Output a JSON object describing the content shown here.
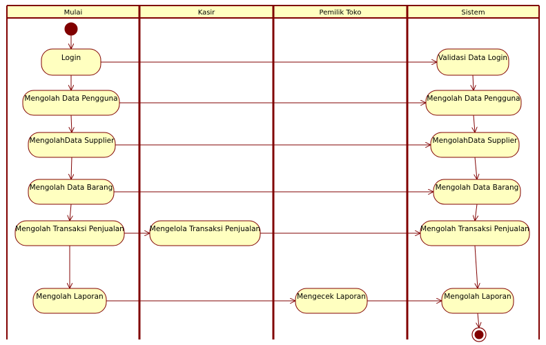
{
  "colors": {
    "frame": "#800000",
    "node_fill": "#ffffc0",
    "header_fill": "#ffffc0",
    "start": "#800000"
  },
  "lanes": [
    {
      "id": "mulai",
      "title": "Mulai"
    },
    {
      "id": "kasir",
      "title": "Kasir"
    },
    {
      "id": "pemilik",
      "title": "Pemilik Toko"
    },
    {
      "id": "sistem",
      "title": "Sistem"
    }
  ],
  "activities": [
    {
      "id": "a1",
      "lane": "mulai",
      "label": "Login"
    },
    {
      "id": "a2",
      "lane": "mulai",
      "label": "Mengolah Data Pengguna"
    },
    {
      "id": "a3",
      "lane": "mulai",
      "label": "MengolahData Supplier"
    },
    {
      "id": "a4",
      "lane": "mulai",
      "label": "Mengolah Data Barang"
    },
    {
      "id": "a5",
      "lane": "mulai",
      "label": "Mengolah Transaksi Penjualan"
    },
    {
      "id": "a6",
      "lane": "mulai",
      "label": "Mengolah Laporan"
    },
    {
      "id": "k1",
      "lane": "kasir",
      "label": "Mengelola Transaksi Penjualan"
    },
    {
      "id": "p1",
      "lane": "pemilik",
      "label": "Mengecek Laporan"
    },
    {
      "id": "s1",
      "lane": "sistem",
      "label": "Validasi Data Login"
    },
    {
      "id": "s2",
      "lane": "sistem",
      "label": "Mengolah Data Pengguna"
    },
    {
      "id": "s3",
      "lane": "sistem",
      "label": "MengolahData Supplier"
    },
    {
      "id": "s4",
      "lane": "sistem",
      "label": "Mengolah Data Barang"
    },
    {
      "id": "s5",
      "lane": "sistem",
      "label": "Mengolah Transaksi Penjualan"
    },
    {
      "id": "s6",
      "lane": "sistem",
      "label": "Mengolah Laporan"
    }
  ],
  "flows": [
    [
      "start",
      "a1"
    ],
    [
      "a1",
      "a2"
    ],
    [
      "a2",
      "a3"
    ],
    [
      "a3",
      "a4"
    ],
    [
      "a4",
      "a5"
    ],
    [
      "a5",
      "a6"
    ],
    [
      "a1",
      "s1"
    ],
    [
      "a2",
      "s2"
    ],
    [
      "a3",
      "s3"
    ],
    [
      "a4",
      "s4"
    ],
    [
      "a5",
      "k1"
    ],
    [
      "k1",
      "s5"
    ],
    [
      "a6",
      "p1"
    ],
    [
      "p1",
      "s6"
    ],
    [
      "s1",
      "s2"
    ],
    [
      "s2",
      "s3"
    ],
    [
      "s3",
      "s4"
    ],
    [
      "s4",
      "s5"
    ],
    [
      "s5",
      "s6"
    ],
    [
      "s6",
      "end"
    ]
  ]
}
